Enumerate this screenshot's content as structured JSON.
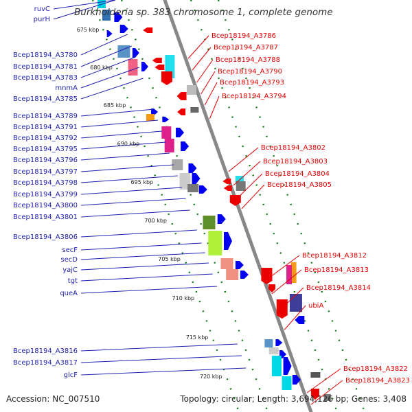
{
  "title": "Burkholderia sp. 383 chromosome 1, complete genome",
  "accession": "Accession: NC_007510",
  "topology": "Topology: circular; Length: 3,694,126 bp; Genes: 3,408",
  "colors": {
    "backbone": "#888888",
    "forward_gene": "#0000ee",
    "reverse_gene": "#ee0000",
    "dots": "#1a7a1a",
    "left_label": "#1f1fb0",
    "right_label": "#e00000"
  },
  "kbp_ticks": [
    "675 kbp",
    "680 kbp",
    "685 kbp",
    "690 kbp",
    "695 kbp",
    "700 kbp",
    "705 kbp",
    "710 kbp",
    "715 kbp",
    "720 kbp"
  ],
  "left_genes": [
    "ruvC",
    "purH",
    "Bcep18194_A3780",
    "Bcep18194_A3781",
    "Bcep18194_A3783",
    "mnmA",
    "Bcep18194_A3785",
    "Bcep18194_A3789",
    "Bcep18194_A3791",
    "Bcep18194_A3792",
    "Bcep18194_A3795",
    "Bcep18194_A3796",
    "Bcep18194_A3797",
    "Bcep18194_A3798",
    "Bcep18194_A3799",
    "Bcep18194_A3800",
    "Bcep18194_A3801",
    "Bcep18194_A3806",
    "secF",
    "secD",
    "yajC",
    "tgt",
    "queA",
    "Bcep18194_A3816",
    "Bcep18194_A3817",
    "glcF"
  ],
  "right_genes": [
    "Bcep18194_A3786",
    "Bcep18194_A3787",
    "Bcep18194_A3788",
    "Bcep18194_A3790",
    "Bcep18194_A3793",
    "Bcep18194_A3794",
    "Bcep18194_A3802",
    "Bcep18194_A3803",
    "Bcep18194_A3804",
    "Bcep18194_A3805",
    "Bcep18194_A3812",
    "Bcep18194_A3813",
    "Bcep18194_A3814",
    "ubiA",
    "Bcep18194_A3822",
    "Bcep18194_A3823"
  ]
}
